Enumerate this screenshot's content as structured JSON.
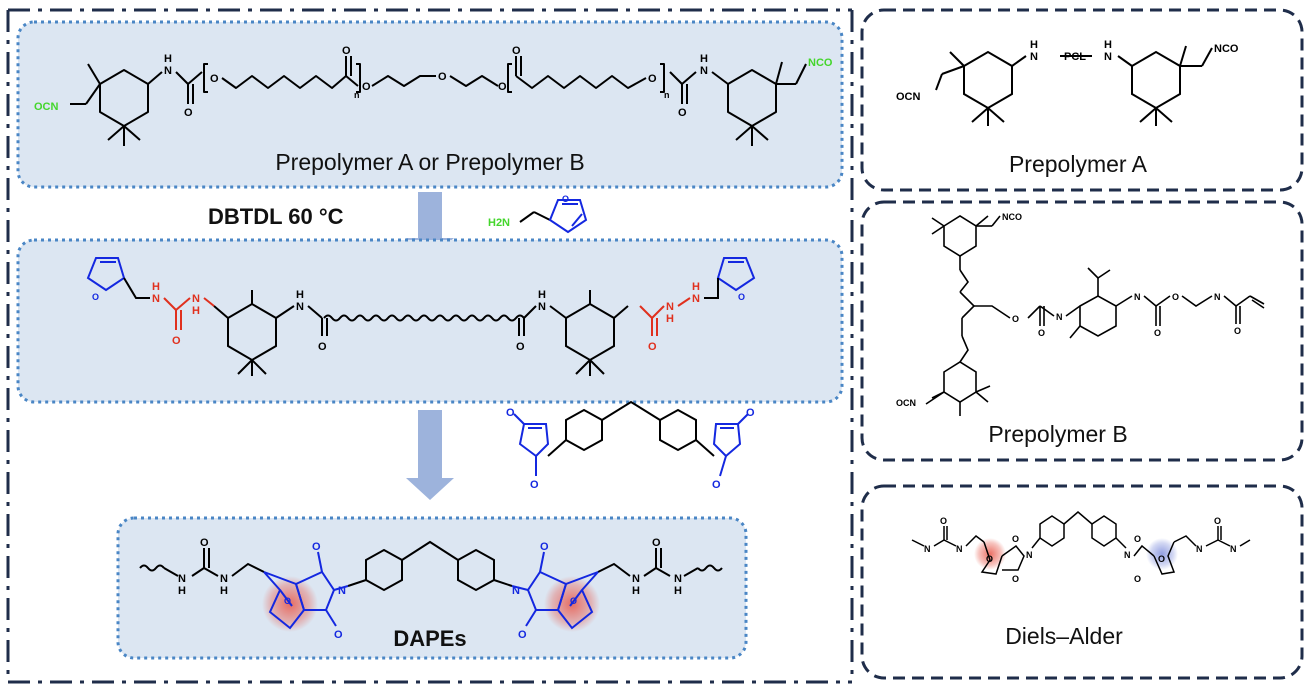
{
  "labels": {
    "prepolymer_ab": "Prepolymer A  or Prepolymer B",
    "condition": "DBTDL  60 °C",
    "product": "DAPEs",
    "prepolymer_a": "Prepolymer A",
    "prepolymer_b": "Prepolymer B",
    "diels_alder": "Diels–Alder"
  },
  "atoms": {
    "nco": "NCO",
    "ocn": "OCN",
    "n": "N",
    "h": "H",
    "nh": "N",
    "o": "O",
    "pcl": "PCL",
    "h2n": "H2N",
    "subscript_n": "n"
  },
  "colors": {
    "box_fill": "#dce6f2",
    "box_border": "#4a86c5",
    "panel_border": "#1f2d4a",
    "arrow": "#9db3dc",
    "isocyanate": "#44d62c",
    "furan": "#1428e0",
    "urea": "#e0301e",
    "glow": "#e8584a"
  }
}
